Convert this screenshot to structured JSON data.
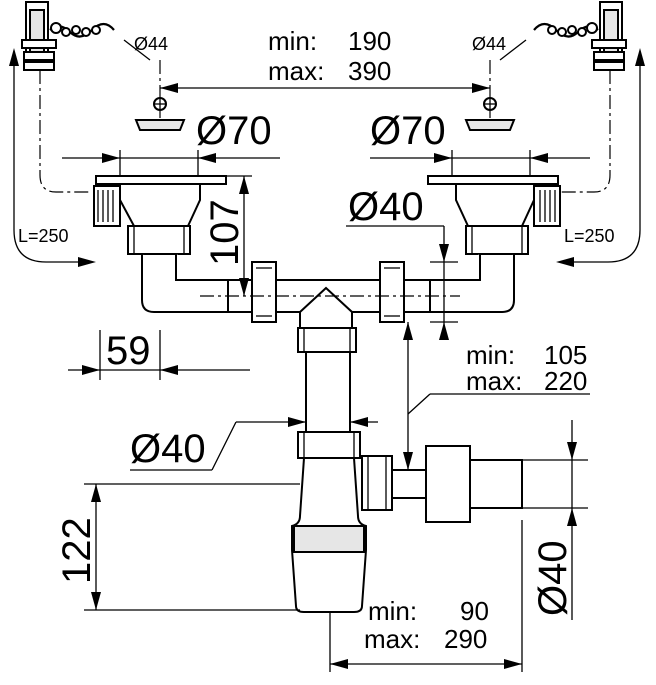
{
  "labels": {
    "overflow_dia_left": "Ø44",
    "overflow_dia_right": "Ø44",
    "span_min_label": "min:",
    "span_min_value": "190",
    "span_max_label": "max:",
    "span_max_value": "390",
    "outlet_dia_left": "Ø70",
    "outlet_dia_right": "Ø70",
    "branch_dia": "Ø40",
    "hose_length_left": "L=250",
    "hose_length_right": "L=250",
    "height_107": "107",
    "offset_59": "59",
    "drop_min_label": "min:",
    "drop_min_value": "105",
    "drop_max_label": "max:",
    "drop_max_value": "220",
    "waste_dia": "Ø40",
    "trap_height_122": "122",
    "trap_outlet_dia": "Ø40",
    "trap_reach_min_label": "min:",
    "trap_reach_min_value": "90",
    "trap_reach_max_label": "max:",
    "trap_reach_max_value": "290"
  }
}
